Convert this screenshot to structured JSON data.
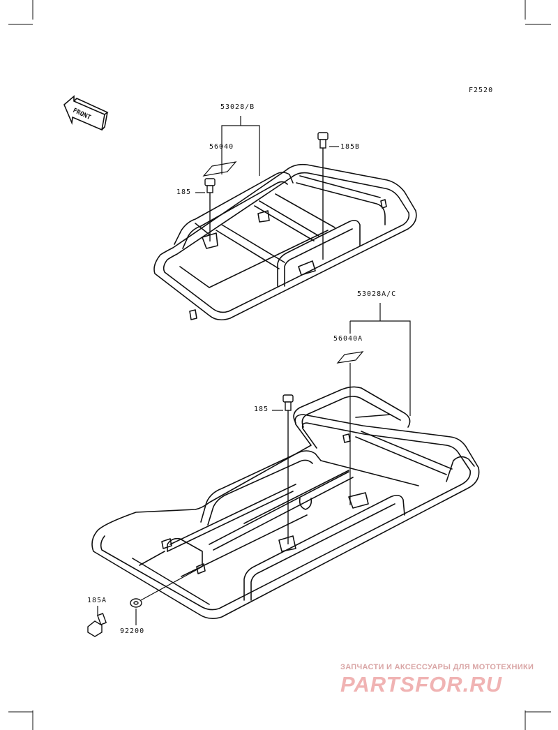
{
  "figure_code": "F2520",
  "front_label": "FRONT",
  "callouts": {
    "rear_carrier": "53028/B",
    "rear_decal": "56040",
    "rear_bolt_left": "185",
    "rear_bolt_right": "185B",
    "front_carrier": "53028A/C",
    "front_decal": "56040A",
    "front_bolt": "185",
    "side_bolt": "185A",
    "washer": "92200"
  },
  "watermark": {
    "tagline": "ЗАПЧАСТИ И АКСЕССУАРЫ ДЛЯ МОТОТЕХНИКИ",
    "logo": "PARTSFOR.RU"
  },
  "colors": {
    "line": "#111111",
    "watermark": "#f0b3b3"
  }
}
